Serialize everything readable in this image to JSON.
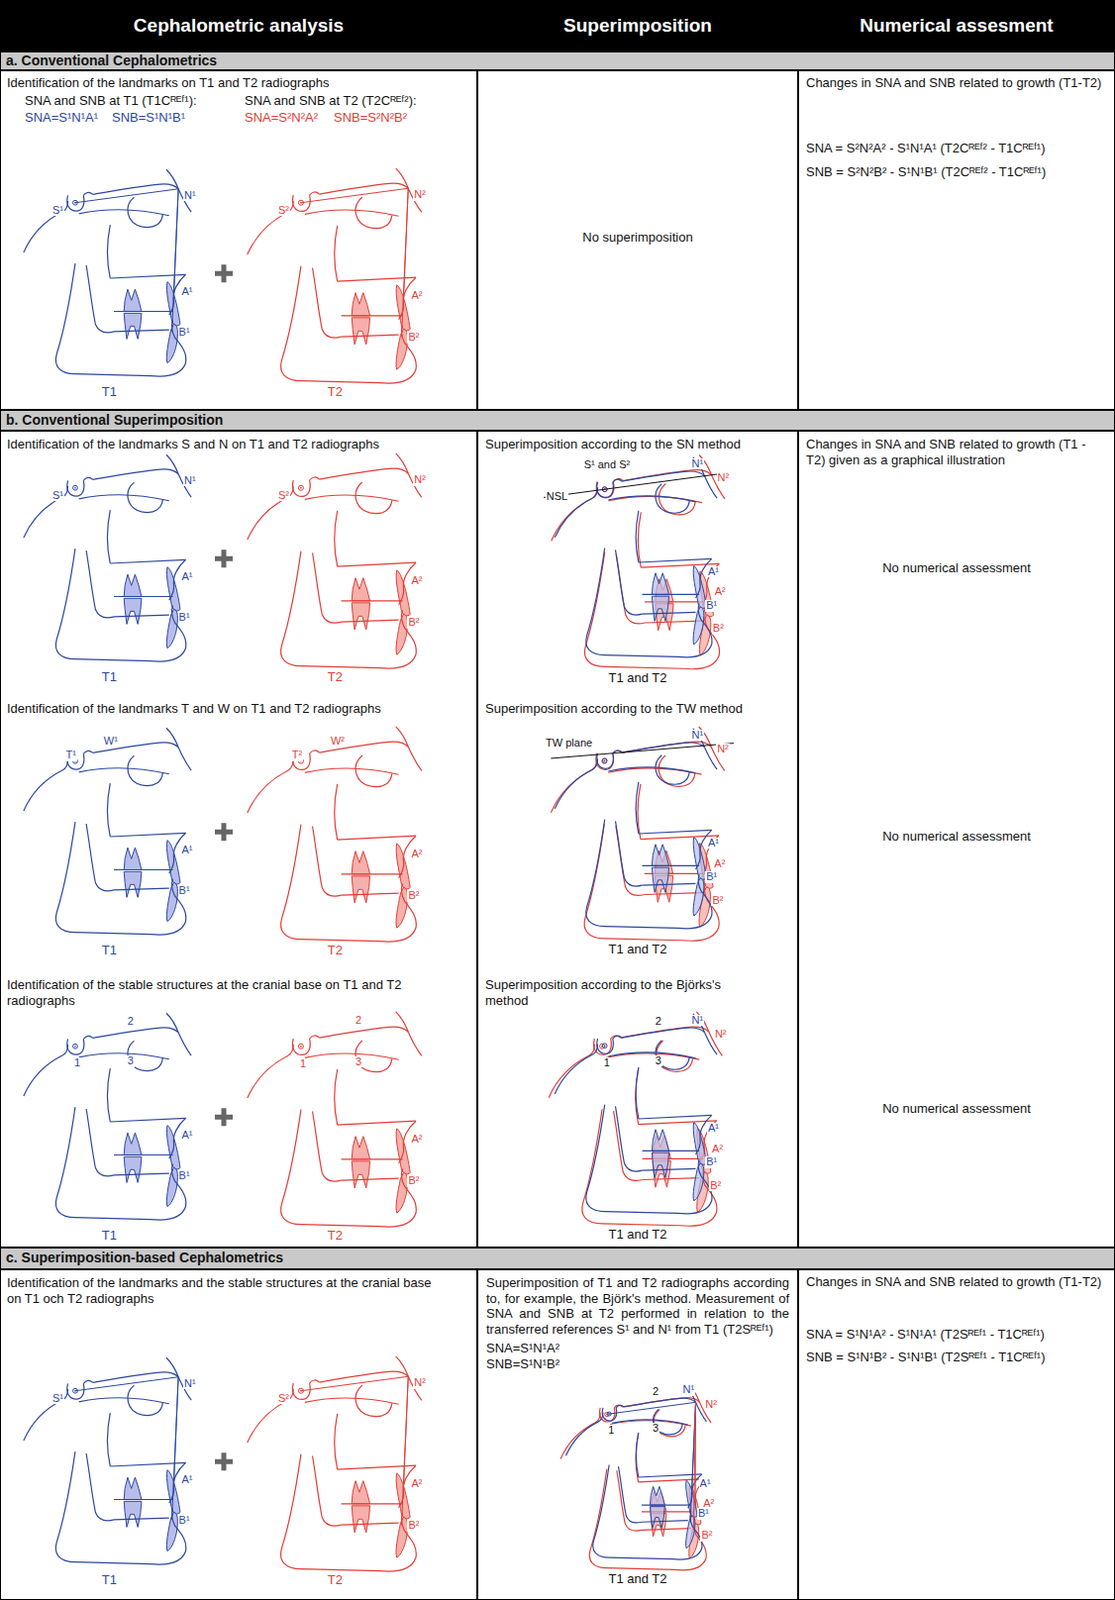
{
  "diagram": {
    "nodes": [
      {
        "text": [
          "Cephalometric analysis"
        ]
      },
      {
        "text": [
          "Superimposition"
        ]
      },
      {
        "text": [
          "Numerical assesment"
        ]
      },
      {
        "text": [
          "a. Conventional Cephalometrics"
        ]
      },
      {
        "text": [
          "Identification of the landmarks on T1 and T2 radiographs",
          "SNA and SNB at T1 (T1Cᴿᴱᶠ¹):",
          "SNA=S¹N¹A¹",
          "SNB=S¹N¹B¹",
          "SNA and SNB at T2 (T2Cᴿᴱᶠ²):",
          "SNA=S²N²A²",
          "SNB=S²N²B²"
        ]
      },
      {
        "text": [
          "No superimposition"
        ]
      },
      {
        "text": [
          "Changes in SNA and SNB related to growth (T1-T2)",
          "SNA = S²N²A² - S¹N¹A¹ (T2Cᴿᴱᶠ² - T1Cᴿᴱᶠ¹)",
          "SNB = S²N²B² - S¹N¹B¹ (T2Cᴿᴱᶠ² - T1Cᴿᴱᶠ¹)"
        ]
      },
      {
        "text": [
          "b. Conventional Superimposition"
        ]
      },
      {
        "text": [
          "Identification of the landmarks S and N on T1 and T2 radiographs",
          "Identification of the landmarks T and W on T1 and T2 radiographs",
          "Identification of the stable structures at the cranial base on T1 and T2 radiographs"
        ]
      },
      {
        "text": [
          "Superimposition according to the SN method",
          "Superimposition according to the TW method",
          "Superimposition according to the Björks's method"
        ]
      },
      {
        "text": [
          "Changes in SNA and SNB related to growth (T1 - T2) given as a graphical illustration",
          "No numerical assessment",
          "No numerical assessment",
          "No numerical assessment"
        ]
      },
      {
        "text": [
          "c. Superimposition-based Cephalometrics"
        ]
      },
      {
        "text": [
          "Identification of the landmarks and the stable structures at the cranial base on T1 och T2 radiographs"
        ]
      },
      {
        "text": [
          "Superimposition of T1 and T2 radiographs according to, for example, the Björk's method. Measurement of SNA and SNB at T2 performed in relation to the transferred references S¹ and N¹ from T1 (T2Sᴿᴱᶠ¹)",
          "SNA=S¹N¹A²",
          "SNB=S¹N¹B²"
        ]
      },
      {
        "text": [
          "Changes in SNA and SNB related to growth (T1-T2)",
          "SNA = S¹N¹A² - S¹N¹A¹ (T2Sᴿᴱᶠ¹ - T1Cᴿᴱᶠ¹)",
          "SNB = S¹N¹B² - S¹N¹B¹ (T2Sᴿᴱᶠ¹ - T1Cᴿᴱᶠ¹)"
        ]
      }
    ],
    "labels": [
      "S¹",
      "N¹",
      "A¹",
      "B¹",
      "T1",
      "S²",
      "N²",
      "A²",
      "B²",
      "T2",
      "S¹",
      "N¹",
      "A¹",
      "B¹",
      "T1",
      "S²",
      "N²",
      "A²",
      "B²",
      "T2",
      "S¹ and S²",
      "NSL",
      "N¹",
      "N²",
      "A¹",
      "A²",
      "B¹",
      "B²",
      "T1 and T2",
      "T¹",
      "W¹",
      "A¹",
      "B¹",
      "T1",
      "T²",
      "W²",
      "A²",
      "B²",
      "T2",
      "TW plane",
      "N¹",
      "N²",
      "A¹",
      "A²",
      "B¹",
      "B²",
      "T1 and T2",
      "1",
      "2",
      "3",
      "A¹",
      "B¹",
      "T1",
      "1",
      "2",
      "3",
      "A²",
      "B²",
      "T2",
      "1",
      "2",
      "3",
      "N¹",
      "N²",
      "A¹",
      "A²",
      "B¹",
      "B²",
      "T1 and T2",
      "S¹",
      "N¹",
      "A¹",
      "B¹",
      "T1",
      "S²",
      "N²",
      "A²",
      "B²",
      "T2",
      "1",
      "2",
      "3",
      "N¹",
      "N²",
      "A¹",
      "A²",
      "B¹",
      "B²",
      "T1 and T2"
    ]
  }
}
